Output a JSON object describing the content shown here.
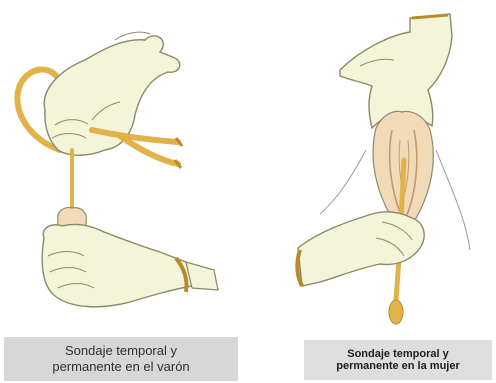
{
  "captions": {
    "male": "Sondaje temporal y\npermanente en el varón",
    "female": "Sondaje temporal y\npermanente en la mujer"
  },
  "colors": {
    "glove": "#f3f4d8",
    "glove_outline": "#8a8a6a",
    "catheter": "#e2b24a",
    "catheter_dark": "#b98a2a",
    "skin": "#f2d9b8",
    "caption_bg": "#d7d7d7"
  },
  "icons": {
    "left_figure": "male-catheterization-illustration",
    "right_figure": "female-catheterization-illustration"
  }
}
